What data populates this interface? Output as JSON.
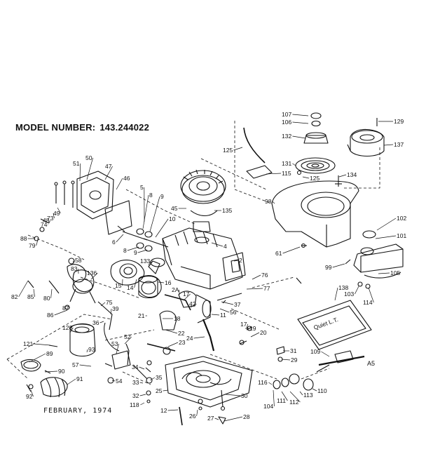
{
  "header": {
    "label": "MODEL NUMBER:",
    "model": "143.244022"
  },
  "footer": {
    "date": "FEBRUARY, 1974",
    "code": "A5"
  },
  "decal_text": "Quiet L.T.",
  "parts": [
    {
      "n": "107"
    },
    {
      "n": "106"
    },
    {
      "n": "129"
    },
    {
      "n": "132"
    },
    {
      "n": "137"
    },
    {
      "n": "125"
    },
    {
      "n": "131"
    },
    {
      "n": "115"
    },
    {
      "n": "125"
    },
    {
      "n": "134"
    },
    {
      "n": "98"
    },
    {
      "n": "102"
    },
    {
      "n": "101"
    },
    {
      "n": "61"
    },
    {
      "n": "99"
    },
    {
      "n": "105"
    },
    {
      "n": "138"
    },
    {
      "n": "103"
    },
    {
      "n": "114"
    },
    {
      "n": "51"
    },
    {
      "n": "50"
    },
    {
      "n": "47"
    },
    {
      "n": "46"
    },
    {
      "n": "5"
    },
    {
      "n": "8"
    },
    {
      "n": "9"
    },
    {
      "n": "45"
    },
    {
      "n": "135"
    },
    {
      "n": "49"
    },
    {
      "n": "48"
    },
    {
      "n": "73"
    },
    {
      "n": "74"
    },
    {
      "n": "88"
    },
    {
      "n": "79"
    },
    {
      "n": "6"
    },
    {
      "n": "10"
    },
    {
      "n": "8"
    },
    {
      "n": "9"
    },
    {
      "n": "4"
    },
    {
      "n": "58"
    },
    {
      "n": "133"
    },
    {
      "n": "2"
    },
    {
      "n": "83"
    },
    {
      "n": "136"
    },
    {
      "n": "15"
    },
    {
      "n": "14"
    },
    {
      "n": "16"
    },
    {
      "n": "76"
    },
    {
      "n": "82"
    },
    {
      "n": "85"
    },
    {
      "n": "80"
    },
    {
      "n": "77"
    },
    {
      "n": "2A"
    },
    {
      "n": "17"
    },
    {
      "n": "42"
    },
    {
      "n": "37"
    },
    {
      "n": "56"
    },
    {
      "n": "87"
    },
    {
      "n": "75"
    },
    {
      "n": "39"
    },
    {
      "n": "21"
    },
    {
      "n": "18"
    },
    {
      "n": "11"
    },
    {
      "n": "86"
    },
    {
      "n": "36"
    },
    {
      "n": "22"
    },
    {
      "n": "17"
    },
    {
      "n": "19"
    },
    {
      "n": "120"
    },
    {
      "n": "23"
    },
    {
      "n": "24"
    },
    {
      "n": "20"
    },
    {
      "n": "121"
    },
    {
      "n": "52"
    },
    {
      "n": "53"
    },
    {
      "n": "31"
    },
    {
      "n": "89"
    },
    {
      "n": "93"
    },
    {
      "n": "29"
    },
    {
      "n": "109"
    },
    {
      "n": "57"
    },
    {
      "n": "34"
    },
    {
      "n": "90"
    },
    {
      "n": "35"
    },
    {
      "n": "91"
    },
    {
      "n": "54"
    },
    {
      "n": "33"
    },
    {
      "n": "92"
    },
    {
      "n": "32"
    },
    {
      "n": "25"
    },
    {
      "n": "116"
    },
    {
      "n": "110"
    },
    {
      "n": "30"
    },
    {
      "n": "113"
    },
    {
      "n": "112"
    },
    {
      "n": "111"
    },
    {
      "n": "104"
    },
    {
      "n": "118"
    },
    {
      "n": "12"
    },
    {
      "n": "26"
    },
    {
      "n": "27"
    },
    {
      "n": "28"
    }
  ]
}
